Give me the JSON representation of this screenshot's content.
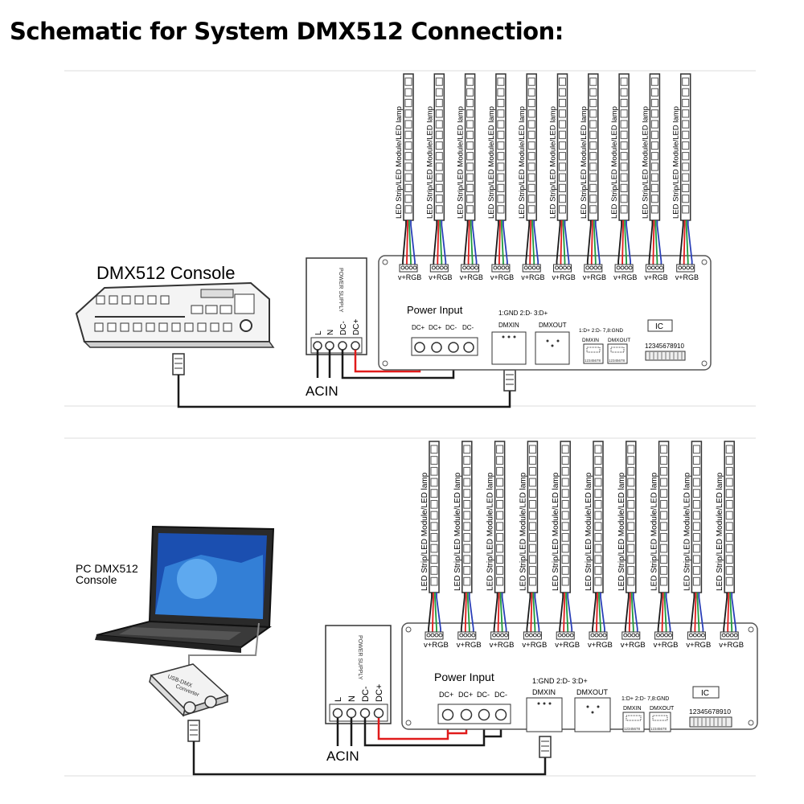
{
  "page_title": "Schematic for System DMX512 Connection:",
  "strip_label": "LED Strip/LED Module/LED lamp",
  "terminal_label": "v+RGB",
  "power_supply_label": "POWER SUPPLY",
  "ps_terminals": [
    "L",
    "N",
    "DC-",
    "DC+"
  ],
  "acin_label": "ACIN",
  "power_input_label": "Power Input",
  "dc_labels": [
    "DC+",
    "DC+",
    "DC-",
    "DC-"
  ],
  "pin_info": "1:GND 2:D- 3:D+",
  "dmxin_label": "DMXIN",
  "dmxout_label": "DMXOUT",
  "pin_info2": "1:D+ 2:D- 7,8:GND",
  "small_dmxin": "DMXIN",
  "small_dmxout": "DMXOUT",
  "small_pins": "12345678",
  "ic_label": "IC",
  "dip_numbers": "12345678910",
  "console_label": "DMX512 Console",
  "pc_label_line1": "PC DMX512",
  "pc_label_line2": "Console",
  "converter_label_line1": "USB-DMX",
  "converter_label_line2": "Converter",
  "colors": {
    "wire_black": "#1a1a1a",
    "wire_red": "#e01b1b",
    "wire_green": "#1e9a3a",
    "wire_blue": "#2a3fb8",
    "panel_stroke": "#555555"
  }
}
